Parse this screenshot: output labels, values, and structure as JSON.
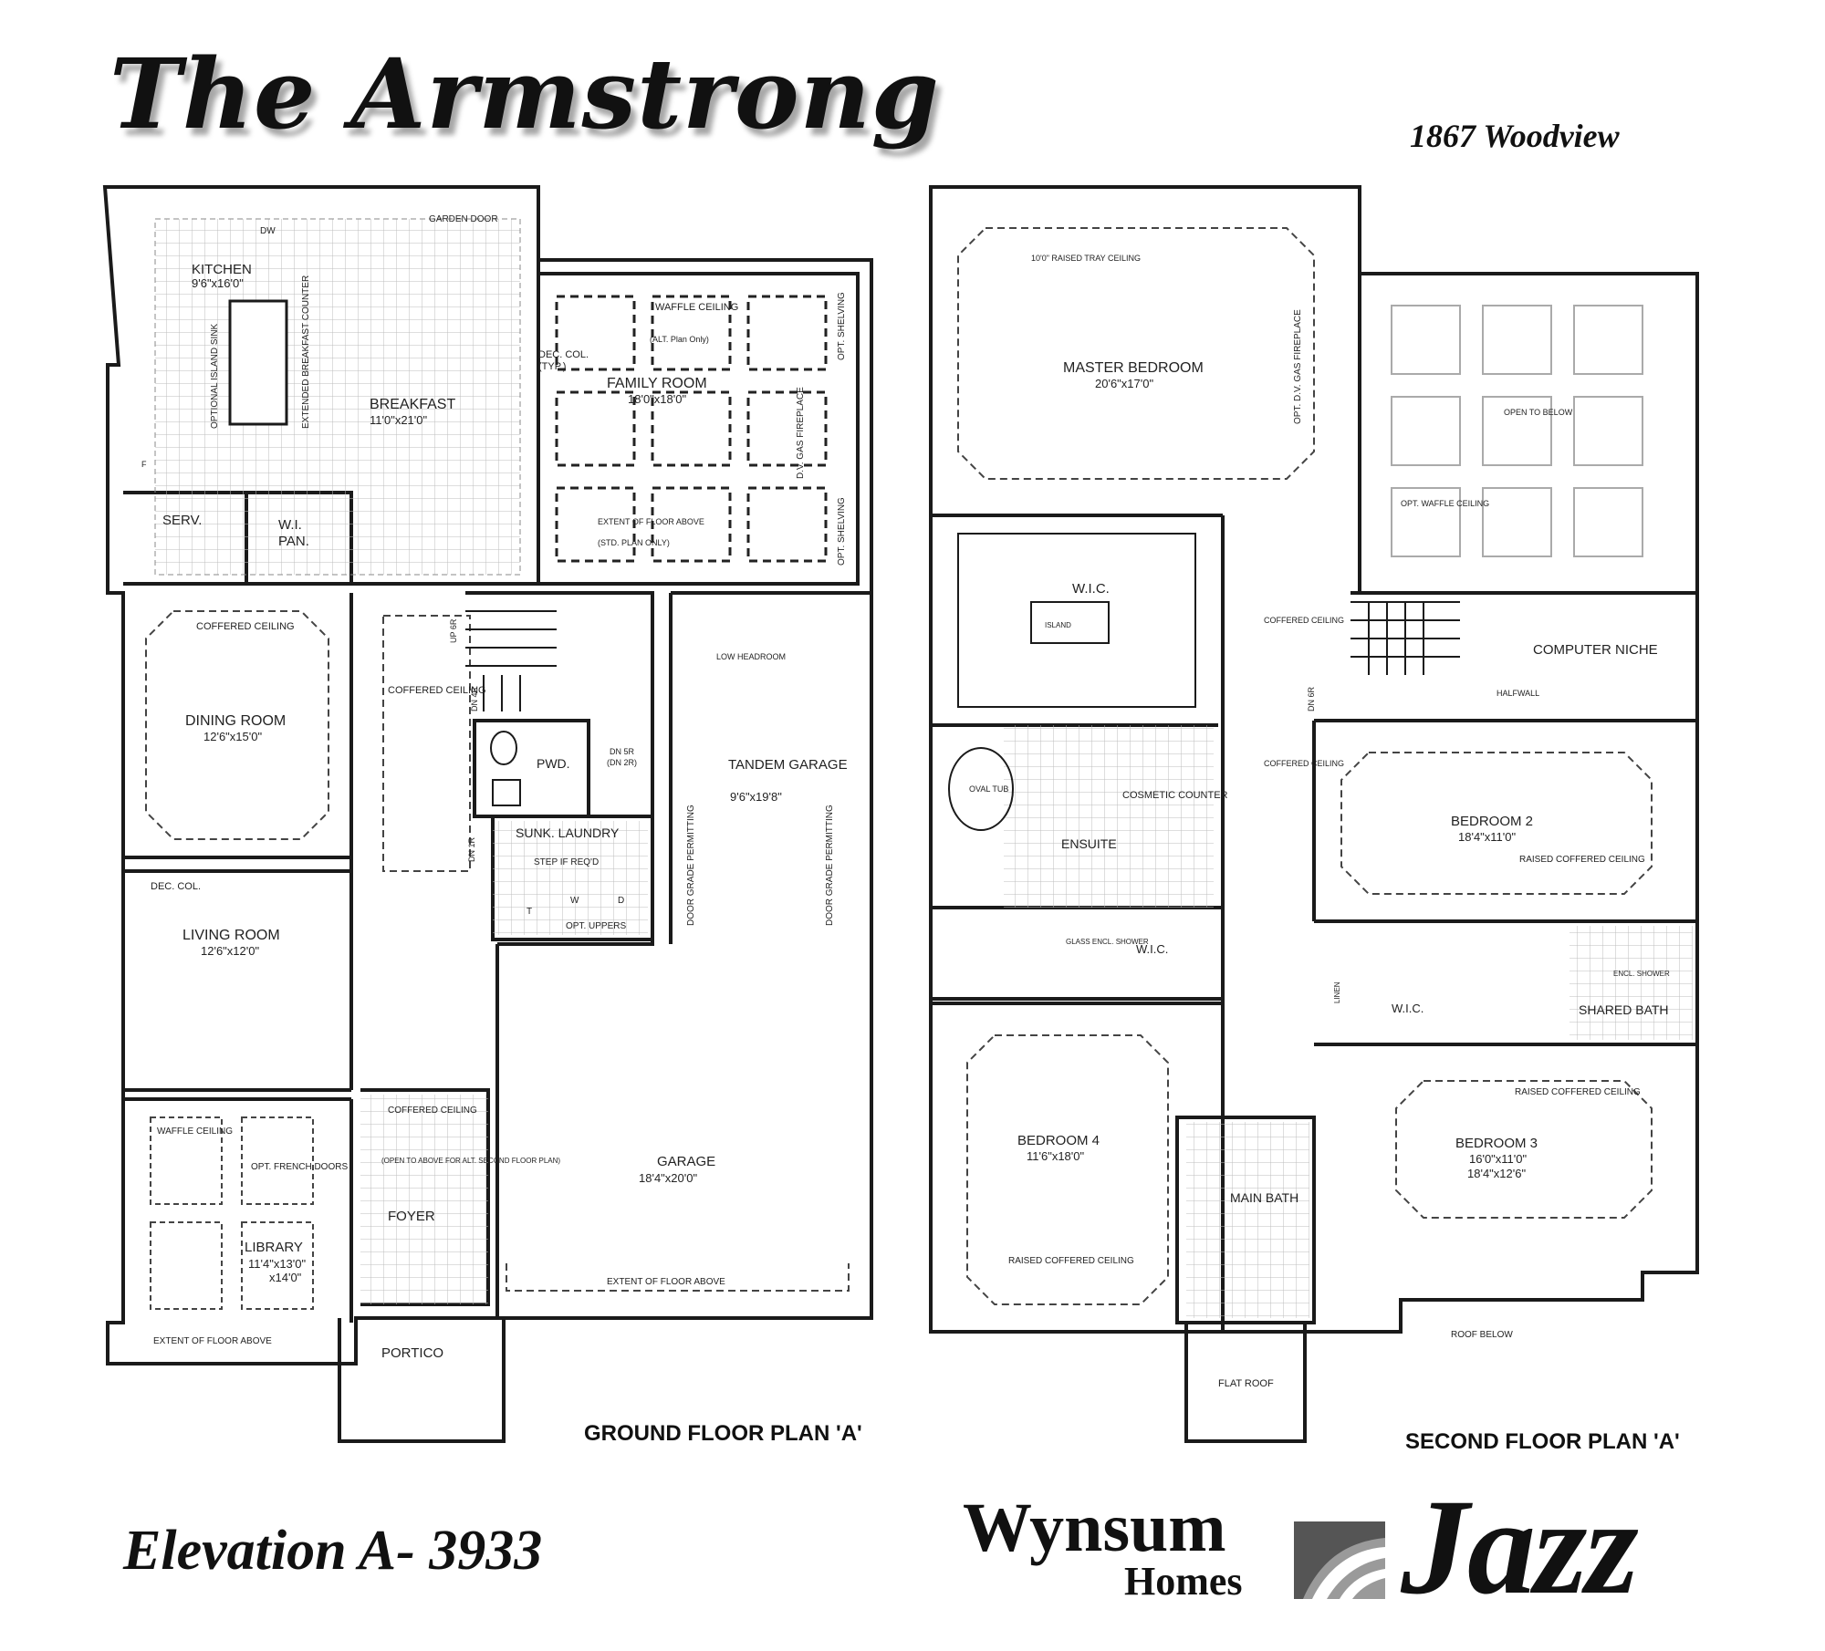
{
  "header": {
    "title": "The Armstrong",
    "address": "1867 Woodview"
  },
  "footer": {
    "elevation": "Elevation A- 3933",
    "brand_name": "Wynsum",
    "brand_sub": "Homes",
    "brand_series": "Jazz"
  },
  "ground_floor": {
    "plan_label": "GROUND FLOOR PLAN 'A'",
    "labels": {
      "kitchen": "KITCHEN",
      "kitchen_dim": "9'6\"x16'0\"",
      "dw": "DW",
      "garden_door": "GARDEN DOOR",
      "optional_island_sink": "OPTIONAL ISLAND SINK",
      "extended_breakfast_counter": "EXTENDED BREAKFAST COUNTER",
      "breakfast": "BREAKFAST",
      "breakfast_dim": "11'0\"x21'0\"",
      "dec_col_typ": "DEC. COL.",
      "typ": "(TYP.)",
      "waffle_ceiling": "WAFFLE CEILING",
      "alt_plan_only": "(ALT. Plan Only)",
      "family_room": "FAMILY ROOM",
      "family_room_dim": "18'0\"x18'0\"",
      "opt_shelving": "OPT. SHELVING",
      "dv_gas_fireplace": "D.V. GAS FIREPLACE",
      "extent_floor_above": "EXTENT OF FLOOR ABOVE",
      "std_plan_only": "(STD. PLAN ONLY)",
      "serv": "SERV.",
      "wi_pan": "W.I.",
      "wi_pan_2": "PAN.",
      "coffered_ceiling": "COFFERED CEILING",
      "dining_room": "DINING ROOM",
      "dining_room_dim": "12'6\"x15'0\"",
      "up_6r": "UP 6R",
      "dn_4r": "DN 4R",
      "dn_5r": "DN 5R",
      "dn_2r": "(DN 2R)",
      "dn_1r": "DN 1R",
      "pwd": "PWD.",
      "low_headroom": "LOW HEADROOM",
      "tandem_garage": "TANDEM GARAGE",
      "tandem_garage_dim": "9'6\"x19'8\"",
      "sunk_laundry": "SUNK. LAUNDRY",
      "step_if_reqd": "STEP IF REQ'D",
      "door_grade_permitting": "DOOR GRADE PERMITTING",
      "dec_col": "DEC. COL.",
      "living_room": "LIVING ROOM",
      "living_room_dim": "12'6\"x12'0\"",
      "t": "T",
      "w": "W",
      "d": "D",
      "opt_uppers": "OPT. UPPERS",
      "waffle_ceiling_lib": "WAFFLE CEILING",
      "opt_french_doors": "OPT. FRENCH DOORS",
      "library": "LIBRARY",
      "library_dim": "11'4\"x13'0\"",
      "library_dim2": "x14'0\"",
      "coffered_ceiling_foyer": "COFFERED CEILING",
      "open_to_above": "(OPEN TO ABOVE FOR ALT. SECOND FLOOR PLAN)",
      "foyer": "FOYER",
      "garage": "GARAGE",
      "garage_dim": "18'4\"x20'0\"",
      "extent_floor_above_garage": "EXTENT OF FLOOR ABOVE",
      "extent_floor_above_library": "EXTENT OF FLOOR ABOVE",
      "portico": "PORTICO",
      "f": "F"
    }
  },
  "second_floor": {
    "plan_label": "SECOND FLOOR PLAN 'A'",
    "labels": {
      "raised_tray": "10'0\" RAISED TRAY CEILING",
      "master_bedroom": "MASTER BEDROOM",
      "master_bedroom_dim": "20'6\"x17'0\"",
      "opt_dv_gas_fireplace": "OPT. D.V. GAS FIREPLACE",
      "open_to_below": "OPEN TO BELOW",
      "opt_waffle_ceiling": "OPT. WAFFLE CEILING",
      "wic_master": "W.I.C.",
      "island": "ISLAND",
      "coffered_ceiling_hall": "COFFERED CEILING",
      "dn_6r": "DN 6R",
      "computer_niche": "COMPUTER NICHE",
      "halfwall": "HALFWALL",
      "oval_tub": "OVAL TUB",
      "cosmetic_counter": "COSMETIC COUNTER",
      "ensuite": "ENSUITE",
      "coffered_ceiling_hall2": "COFFERED CEILING",
      "bedroom2": "BEDROOM 2",
      "bedroom2_dim": "18'4\"x11'0\"",
      "raised_coffered_ceiling_b2": "RAISED COFFERED CEILING",
      "glass_encl_shower": "GLASS ENCL. SHOWER",
      "wic_small": "W.I.C.",
      "linen": "LINEN",
      "wic_b3": "W.I.C.",
      "encl_shower": "ENCL. SHOWER",
      "shared_bath": "SHARED BATH",
      "bedroom4": "BEDROOM 4",
      "bedroom4_dim": "11'6\"x18'0\"",
      "raised_coffered_ceiling_b4": "RAISED COFFERED CEILING",
      "main_bath": "MAIN BATH",
      "raised_coffered_ceiling_b3": "RAISED COFFERED CEILING",
      "bedroom3": "BEDROOM 3",
      "bedroom3_dim": "16'0\"x11'0\"",
      "bedroom3_dim2": "18'4\"x12'6\"",
      "roof_below": "ROOF BELOW",
      "flat_roof": "FLAT ROOF"
    }
  },
  "colors": {
    "ink": "#1a1a1a",
    "grid": "#b8b8b8",
    "logo_gray": "#9a9a9a"
  }
}
